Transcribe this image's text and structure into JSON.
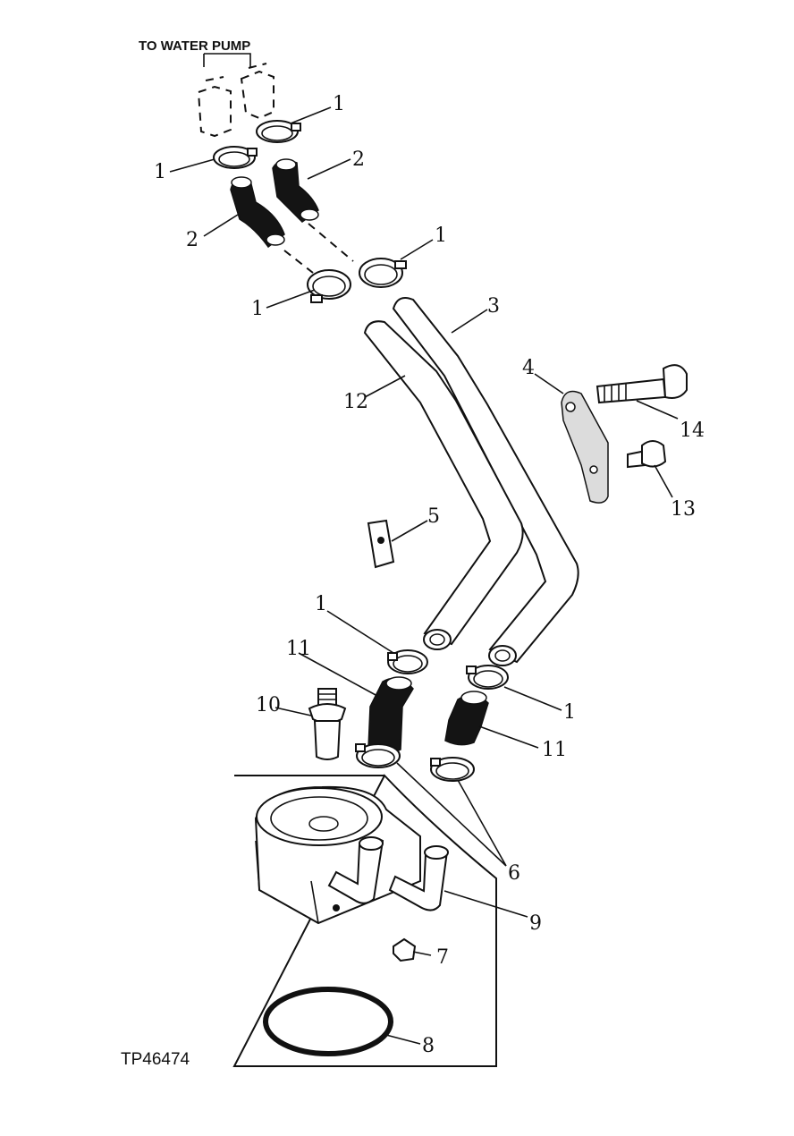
{
  "header": {
    "title": "TO WATER PUMP"
  },
  "figure_code": "TP46474",
  "callouts": [
    "1",
    "1",
    "2",
    "2",
    "1",
    "1",
    "3",
    "12",
    "4",
    "14",
    "13",
    "5",
    "1",
    "11",
    "10",
    "1",
    "11",
    "6",
    "9",
    "7",
    "8"
  ]
}
